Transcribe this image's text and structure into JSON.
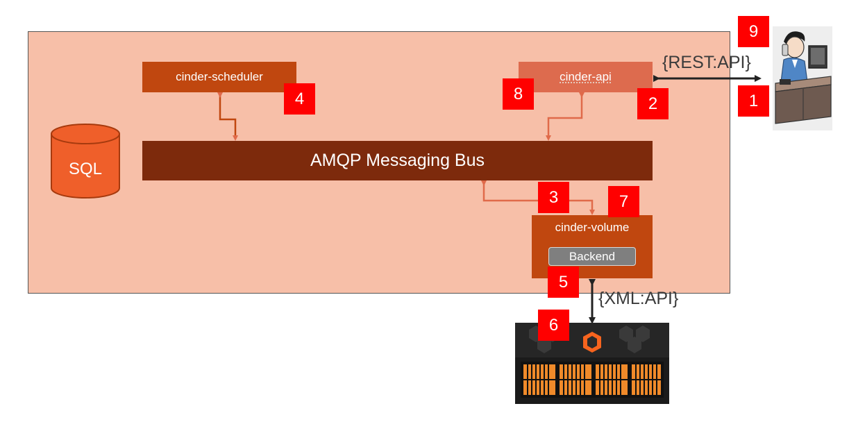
{
  "diagram": {
    "components": {
      "scheduler": "cinder-scheduler",
      "api": "cinder-api",
      "bus": "AMQP Messaging Bus",
      "volume": "cinder-volume",
      "backend": "Backend",
      "sql": "SQL"
    },
    "protocols": {
      "rest": "{REST:API}",
      "xml": "{XML:API}"
    },
    "steps": [
      "1",
      "2",
      "3",
      "4",
      "5",
      "6",
      "7",
      "8",
      "9"
    ]
  },
  "colors": {
    "panel": "#f7bfa8",
    "component_orange": "#c0470f",
    "api_orange": "#dd6b4e",
    "bus_brown": "#7d2a0c",
    "badge_red": "#ff0000",
    "arrow_orange": "#e06a4a",
    "arrow_dark": "#222222"
  },
  "icons": {
    "user": "user-at-desk-icon",
    "storage": "storage-array-icon",
    "database": "database-cylinder-icon"
  }
}
